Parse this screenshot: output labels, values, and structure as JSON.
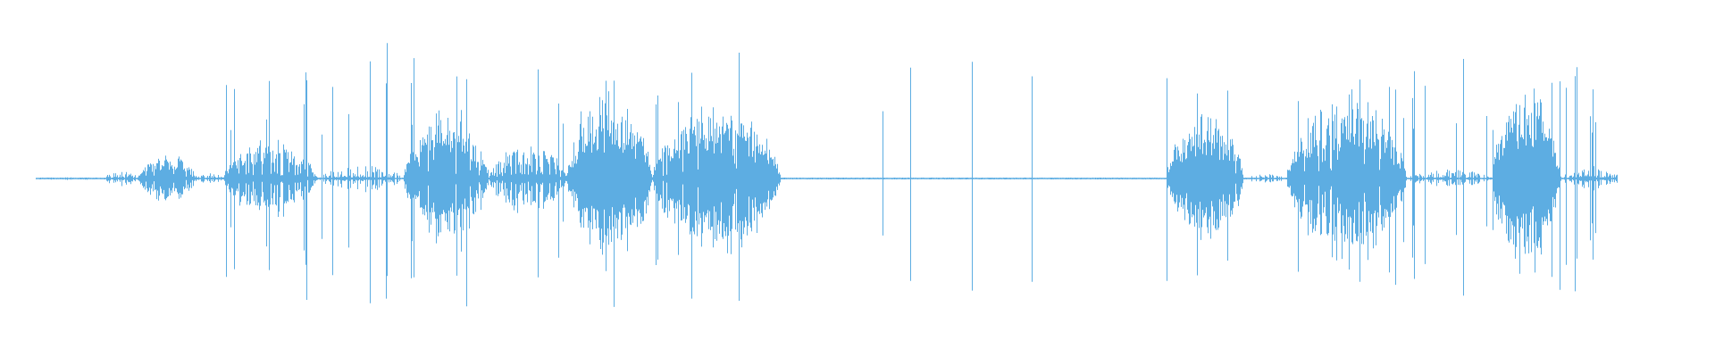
{
  "waveform": {
    "color": "#5dade2",
    "segments": [
      {
        "start": 0.02,
        "end": 0.06,
        "amp": 0.01,
        "dens": 0.3,
        "spike": 0.0
      },
      {
        "start": 0.06,
        "end": 0.08,
        "amp": 0.06,
        "dens": 0.6,
        "spike": 0.0
      },
      {
        "start": 0.08,
        "end": 0.115,
        "amp": 0.16,
        "dens": 0.9,
        "spike": 0.0
      },
      {
        "start": 0.115,
        "end": 0.13,
        "amp": 0.04,
        "dens": 0.6,
        "spike": 0.0
      },
      {
        "start": 0.13,
        "end": 0.185,
        "amp": 0.27,
        "dens": 0.9,
        "spike": 0.05
      },
      {
        "start": 0.185,
        "end": 0.235,
        "amp": 0.09,
        "dens": 0.5,
        "spike": 0.05
      },
      {
        "start": 0.235,
        "end": 0.285,
        "amp": 0.42,
        "dens": 0.95,
        "spike": 0.06
      },
      {
        "start": 0.285,
        "end": 0.33,
        "amp": 0.25,
        "dens": 0.8,
        "spike": 0.06
      },
      {
        "start": 0.33,
        "end": 0.38,
        "amp": 0.58,
        "dens": 1.0,
        "spike": 0.05
      },
      {
        "start": 0.38,
        "end": 0.455,
        "amp": 0.5,
        "dens": 0.95,
        "spike": 0.03
      },
      {
        "start": 0.455,
        "end": 0.68,
        "amp": 0.004,
        "dens": 0.2,
        "spike": 0.01
      },
      {
        "start": 0.68,
        "end": 0.725,
        "amp": 0.45,
        "dens": 0.95,
        "spike": 0.05
      },
      {
        "start": 0.725,
        "end": 0.75,
        "amp": 0.03,
        "dens": 0.4,
        "spike": 0.0
      },
      {
        "start": 0.75,
        "end": 0.82,
        "amp": 0.58,
        "dens": 0.95,
        "spike": 0.05
      },
      {
        "start": 0.82,
        "end": 0.87,
        "amp": 0.06,
        "dens": 0.6,
        "spike": 0.05
      },
      {
        "start": 0.87,
        "end": 0.91,
        "amp": 0.65,
        "dens": 1.0,
        "spike": 0.05
      },
      {
        "start": 0.91,
        "end": 0.945,
        "amp": 0.08,
        "dens": 0.5,
        "spike": 0.05
      }
    ]
  }
}
